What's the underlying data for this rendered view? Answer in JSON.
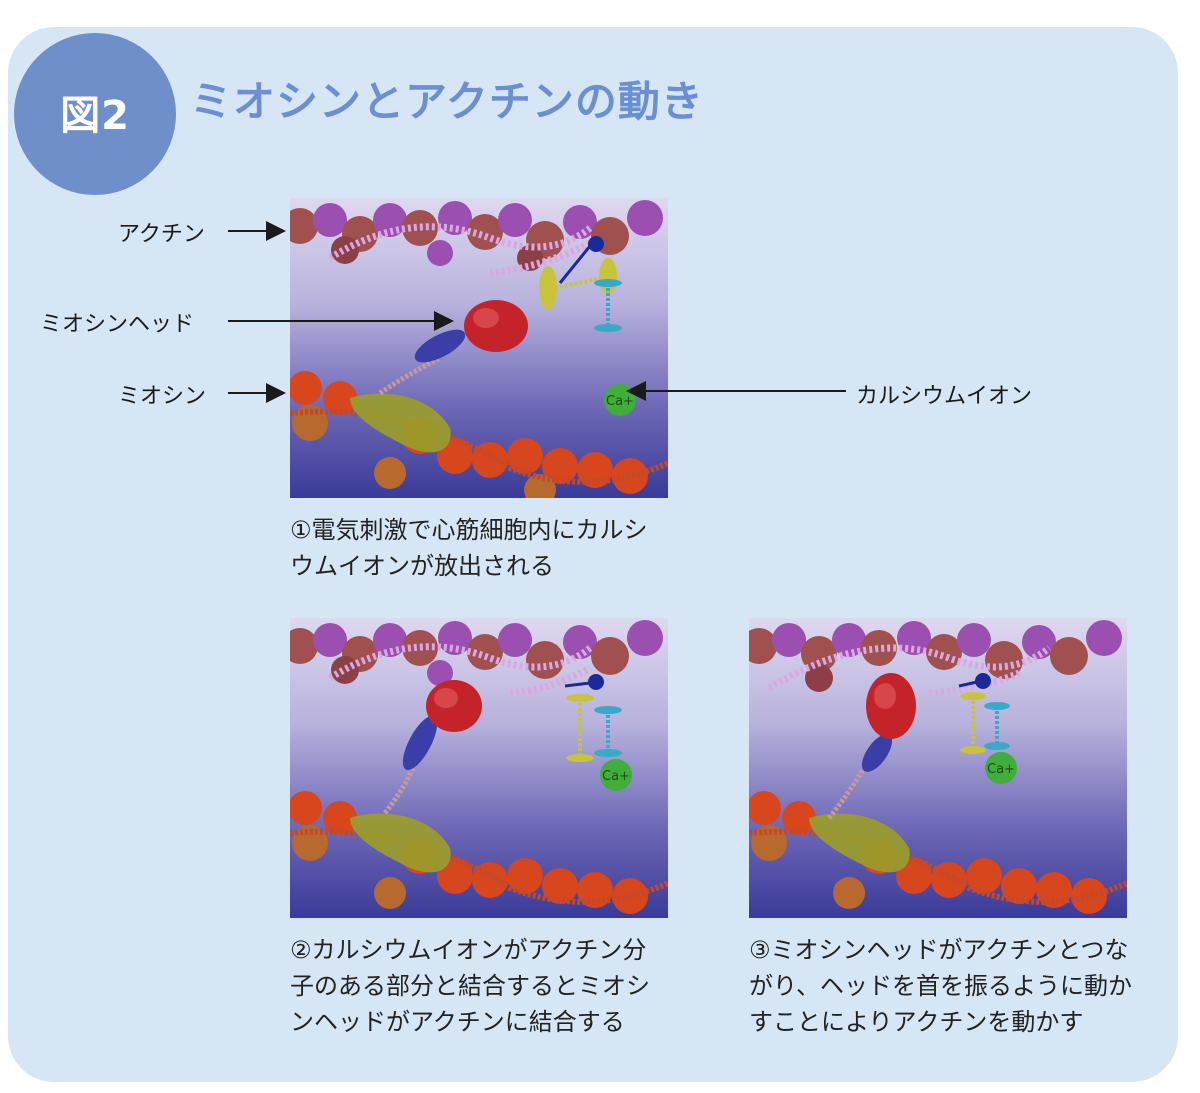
{
  "header": {
    "figure_badge": "図2",
    "title": "ミオシンとアクチンの動き"
  },
  "labels": {
    "actin": "アクチン",
    "myosin_head": "ミオシンヘッド",
    "myosin": "ミオシン",
    "calcium_ion": "カルシウムイオン",
    "calcium_symbol": "Ca+"
  },
  "steps": [
    {
      "caption": "①電気刺激で心筋細胞内にカルシ\nウムイオンが放出される"
    },
    {
      "caption": "②カルシウムイオンがアクチン分\n子のある部分と結合するとミオシ\nンヘッドがアクチンに結合する"
    },
    {
      "caption": "③ミオシンヘッドがアクチンとつな\nがり、ヘッドを首を振るように動か\nすことによりアクチンを動かす"
    }
  ],
  "colors": {
    "panel_background": "#d6e6f5",
    "badge": "#6e8fc9",
    "title": "#6b8fd1",
    "actin_purple": "#9b4fb0",
    "actin_brown": "#a0504e",
    "myosin_head_red": "#c4232a",
    "myosin_neck_blue": "#3a3fa8",
    "calcium_green": "#3fae3a",
    "myosin_filament_orange": "#d8461e",
    "tropomyosin_yellow": "#c8c43a",
    "troponin_cyan": "#3aa9c8"
  }
}
